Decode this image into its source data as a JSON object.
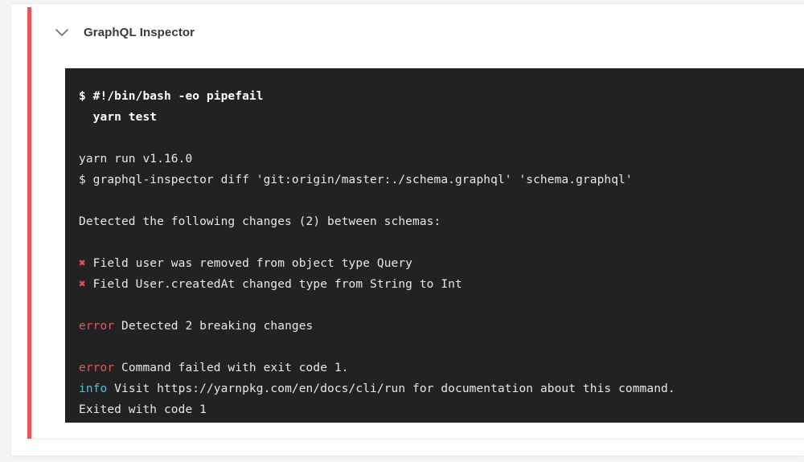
{
  "page": {
    "background_color": "#f4f4f4",
    "card_background": "#ffffff"
  },
  "job": {
    "status_color": "#e8564f",
    "status": "failed",
    "toggle_icon": "chevron-down-icon",
    "title": "GraphQL Inspector"
  },
  "terminal": {
    "background_color": "#222222",
    "text_color": "#e8e8e8",
    "error_color": "#e05a57",
    "info_color": "#4fc1d6",
    "fail_marker": "✖",
    "lines": [
      {
        "type": "command",
        "bold": true,
        "text": "$ #!/bin/bash -eo pipefail"
      },
      {
        "type": "command",
        "bold": true,
        "text": "  yarn test"
      },
      {
        "type": "blank",
        "text": ""
      },
      {
        "type": "output",
        "text": "yarn run v1.16.0"
      },
      {
        "type": "output",
        "text": "$ graphql-inspector diff 'git:origin/master:./schema.graphql' 'schema.graphql'"
      },
      {
        "type": "blank",
        "text": ""
      },
      {
        "type": "output",
        "text": "Detected the following changes (2) between schemas:"
      },
      {
        "type": "blank",
        "text": ""
      },
      {
        "type": "failure",
        "marker": "✖",
        "text": " Field user was removed from object type Query"
      },
      {
        "type": "failure",
        "marker": "✖",
        "text": " Field User.createdAt changed type from String to Int"
      },
      {
        "type": "blank",
        "text": ""
      },
      {
        "type": "error",
        "label": "error",
        "text": " Detected 2 breaking changes"
      },
      {
        "type": "blank",
        "text": ""
      },
      {
        "type": "error",
        "label": "error",
        "text": " Command failed with exit code 1."
      },
      {
        "type": "info",
        "label": "info",
        "text": " Visit https://yarnpkg.com/en/docs/cli/run for documentation about this command."
      },
      {
        "type": "output",
        "text": "Exited with code 1"
      }
    ]
  }
}
